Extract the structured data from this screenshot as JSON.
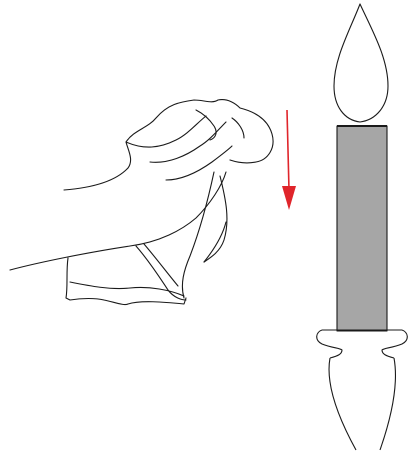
{
  "colors": {
    "background": "#ffffff",
    "line": "#1a1a1a",
    "candle_body": "#a6a6a6",
    "arrow": "#e0252b"
  },
  "illustration": {
    "subjects": [
      "hand-with-cloth",
      "downward-arrow",
      "electric-candle"
    ],
    "arrow_direction": "down"
  }
}
